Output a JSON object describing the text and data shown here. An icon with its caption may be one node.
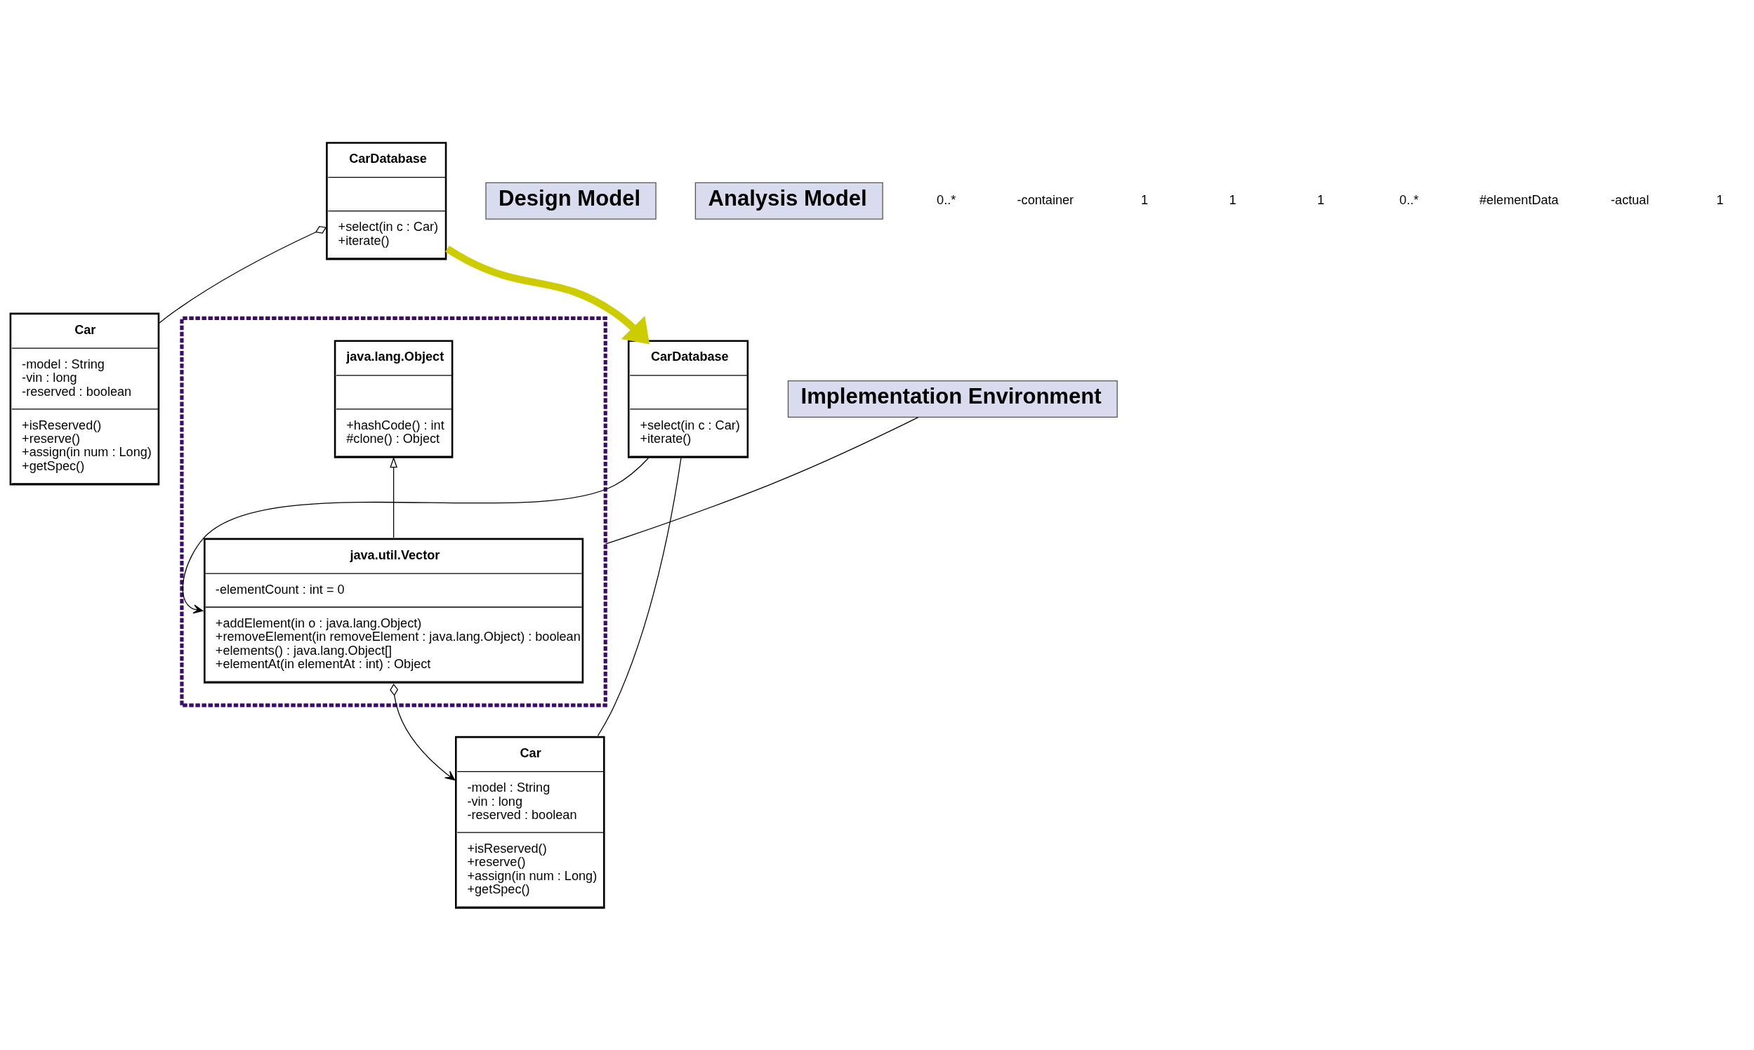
{
  "diagram": {
    "nodes": [
      {
        "text": [
          "CarDatabase",
          "+select(in c : Car) +iterate()"
        ]
      },
      {
        "text": [
          "Car",
          "-model : String -vin : long -reserved : boolean",
          "+isReserved() +reserve() +assign(in num : Long) +getSpec()"
        ]
      },
      {
        "text": [
          "Design Model"
        ]
      },
      {
        "text": [],
        "shape": "box"
      },
      {
        "text": [
          "java.lang.Object",
          "+hashCode() : int #clone() : Object"
        ],
        "in": 3
      },
      {
        "text": [
          "CarDatabase",
          "+select(in c : Car) +iterate()"
        ]
      },
      {
        "text": [
          "java.util.Vector",
          "-elementCount : int = 0",
          "+addElement(in o : java.lang.Object) +removeElement(in removeElement : java.lang.Object) : boolean +elements() : java.lang.Object[] +elementAt(in elementAt : int) : Object"
        ],
        "in": 3
      },
      {
        "text": [
          "Implementation Environment"
        ]
      },
      {
        "text": [
          "Car",
          "-model : String -vin : long -reserved : boolean",
          "+isReserved() +reserve() +assign(in num : Long) +getSpec()"
        ]
      },
      {
        "text": [
          "Analysis Model"
        ]
      }
    ],
    "edges": [
      {
        "from": 0,
        "to": 1,
        "arrow": "other"
      },
      {
        "from": 0,
        "to": 5,
        "arrow": "to",
        "style": "thick",
        "color": "#cccc00"
      },
      {
        "from": 6,
        "to": 4,
        "arrow": "to"
      },
      {
        "from": 5,
        "to": 6,
        "arrow": "to"
      },
      {
        "from": 6,
        "to": 8,
        "arrow": "to"
      },
      {
        "from": 5,
        "to": 8,
        "arrow": "none"
      },
      {
        "from": 7,
        "to": 3,
        "arrow": "none"
      }
    ],
    "labels": [
      "0..*",
      "-container",
      "1",
      "1",
      "1",
      "0..*",
      "#elementData",
      "-actual",
      "1"
    ]
  }
}
